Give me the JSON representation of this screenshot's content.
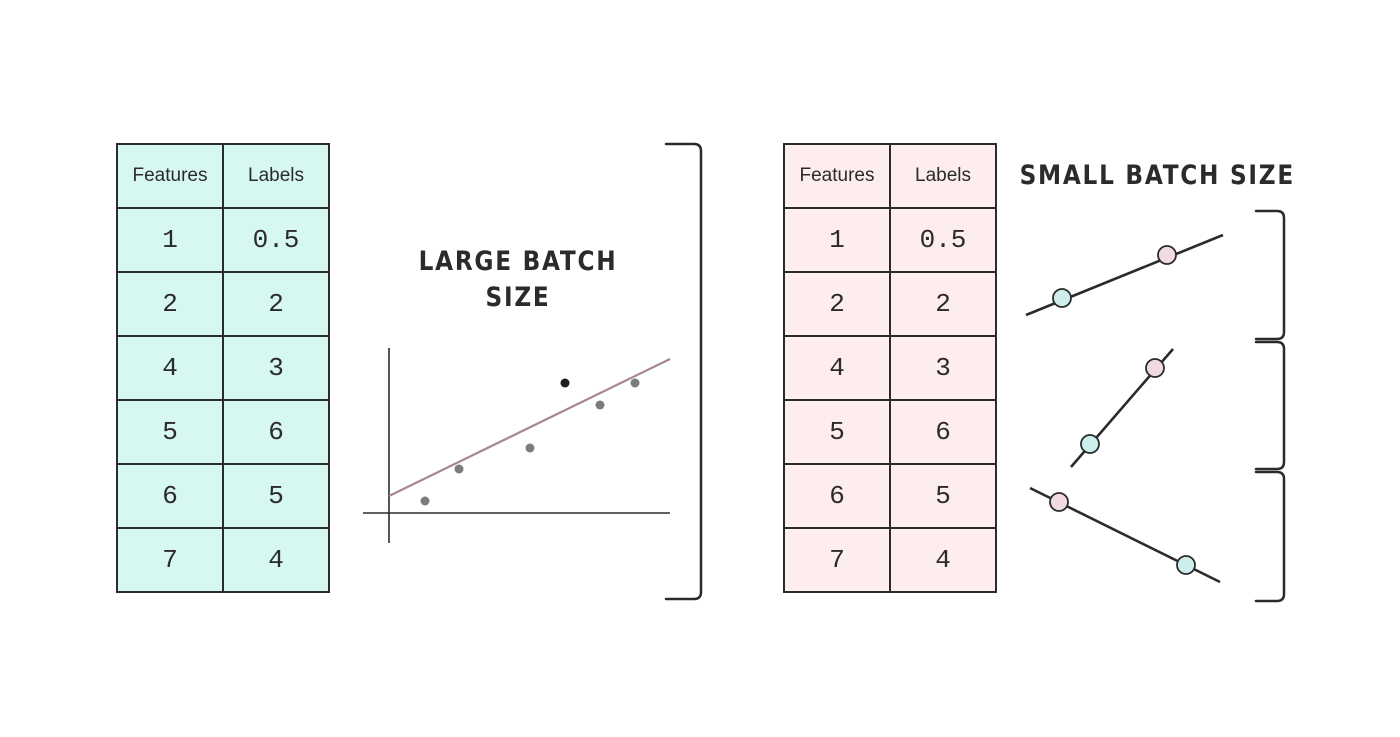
{
  "tables": {
    "large": {
      "headers": [
        "Features",
        "Labels"
      ],
      "rows": [
        [
          "1",
          "0.5"
        ],
        [
          "2",
          "2"
        ],
        [
          "4",
          "3"
        ],
        [
          "5",
          "6"
        ],
        [
          "6",
          "5"
        ],
        [
          "7",
          "4"
        ]
      ],
      "fill_color": "#d7f7f1"
    },
    "small": {
      "headers": [
        "Features",
        "Labels"
      ],
      "rows": [
        [
          "1",
          "0.5"
        ],
        [
          "2",
          "2"
        ],
        [
          "4",
          "3"
        ],
        [
          "5",
          "6"
        ],
        [
          "6",
          "5"
        ],
        [
          "7",
          "4"
        ]
      ],
      "fill_color": "#fdeded"
    }
  },
  "labels": {
    "large_batch_line1": "LARGE BATCH",
    "large_batch_line2": "SIZE",
    "small_batch": "SMALL BATCH SIZE"
  },
  "colors": {
    "ink": "#2b2b2b",
    "fit_line": "#a48a8a",
    "node_teal": "#cdeeed",
    "node_pink": "#f1dbe0"
  }
}
